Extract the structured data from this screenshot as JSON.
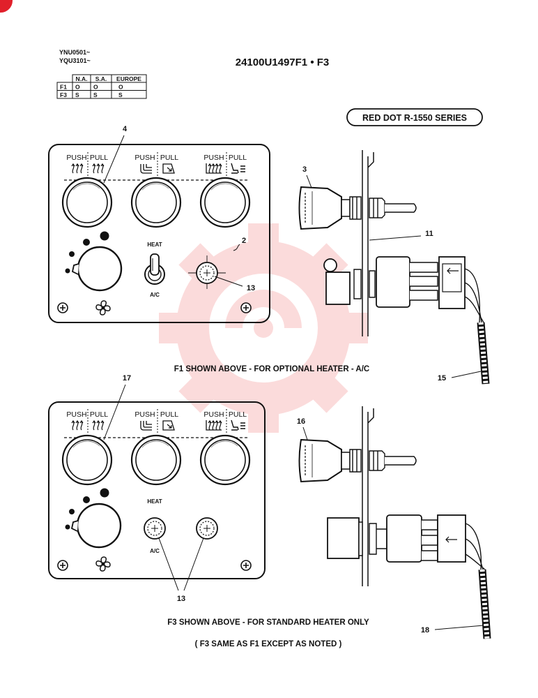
{
  "header": {
    "serial_lines": [
      "YNU0501~",
      "YQU3101~"
    ],
    "title": "24100U1497F1 • F3",
    "series_badge": "RED DOT R-1550 SERIES"
  },
  "applicability_table": {
    "columns": [
      "",
      "N.A.",
      "S.A.",
      "EUROPE"
    ],
    "rows": [
      {
        "label": "F1",
        "values": [
          "O",
          "O",
          "O"
        ]
      },
      {
        "label": "F3",
        "values": [
          "S",
          "S",
          "S"
        ]
      }
    ]
  },
  "panel_labels": {
    "push": "PUSH",
    "pull": "PULL",
    "heat": "HEAT",
    "ac": "A/C"
  },
  "callouts": {
    "upper_knob": "4",
    "upper_side_knob": "3",
    "upper_plate": "11",
    "upper_panel": "2",
    "upper_indicator": "13",
    "upper_harness": "15",
    "lower_knob": "17",
    "lower_side_knob": "16",
    "lower_indicators": "13",
    "lower_harness": "18"
  },
  "captions": {
    "f1": "F1 SHOWN ABOVE - FOR OPTIONAL HEATER - A/C",
    "f3": "F3 SHOWN ABOVE - FOR STANDARD HEATER ONLY",
    "note": "( F3 SAME AS F1 EXCEPT AS NOTED )"
  },
  "icons": [
    "heat-flow-icon",
    "defrost-icon",
    "windshield-icon",
    "floor-heat-icon",
    "seat-icon",
    "fan-icon",
    "screw-icon"
  ],
  "colors": {
    "ink": "#111111",
    "watermark": "#f28b8b",
    "corner_mark": "#e1202b"
  }
}
